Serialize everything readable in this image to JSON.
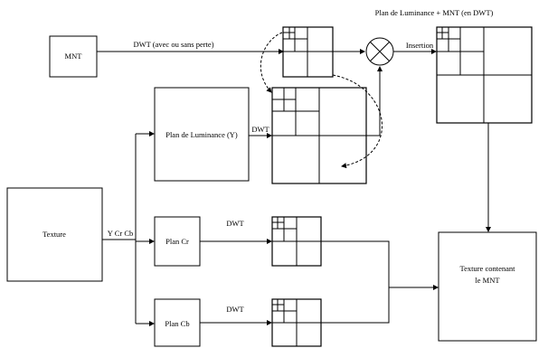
{
  "title": "Plan de Luminance + MNT (en DWT)",
  "boxes": {
    "mnt": "MNT",
    "texture": "Texture",
    "luminance": "Plan de Luminance (Y)",
    "plan_cr": "Plan Cr",
    "plan_cb": "Plan Cb",
    "output_line1": "Texture contenant",
    "output_line2": "le MNT"
  },
  "labels": {
    "dwt_mnt": "DWT (avec ou sans perte)",
    "insertion": "Insertion",
    "ycrcb": "Y Cr Cb",
    "dwt_y": "DWT",
    "dwt_cr": "DWT",
    "dwt_cb": "DWT"
  }
}
